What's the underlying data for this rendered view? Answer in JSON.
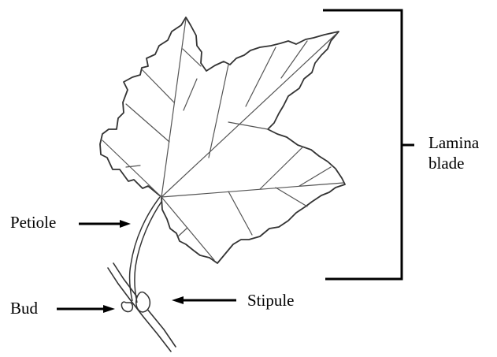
{
  "labels": {
    "lamina_line1": "Lamina",
    "lamina_line2": "blade",
    "petiole": "Petiole",
    "bud": "Bud",
    "stipule": "Stipule"
  },
  "colors": {
    "ink": "#000000",
    "leaf_outline": "#333333",
    "leaf_veins": "#555555",
    "background": "#ffffff"
  }
}
